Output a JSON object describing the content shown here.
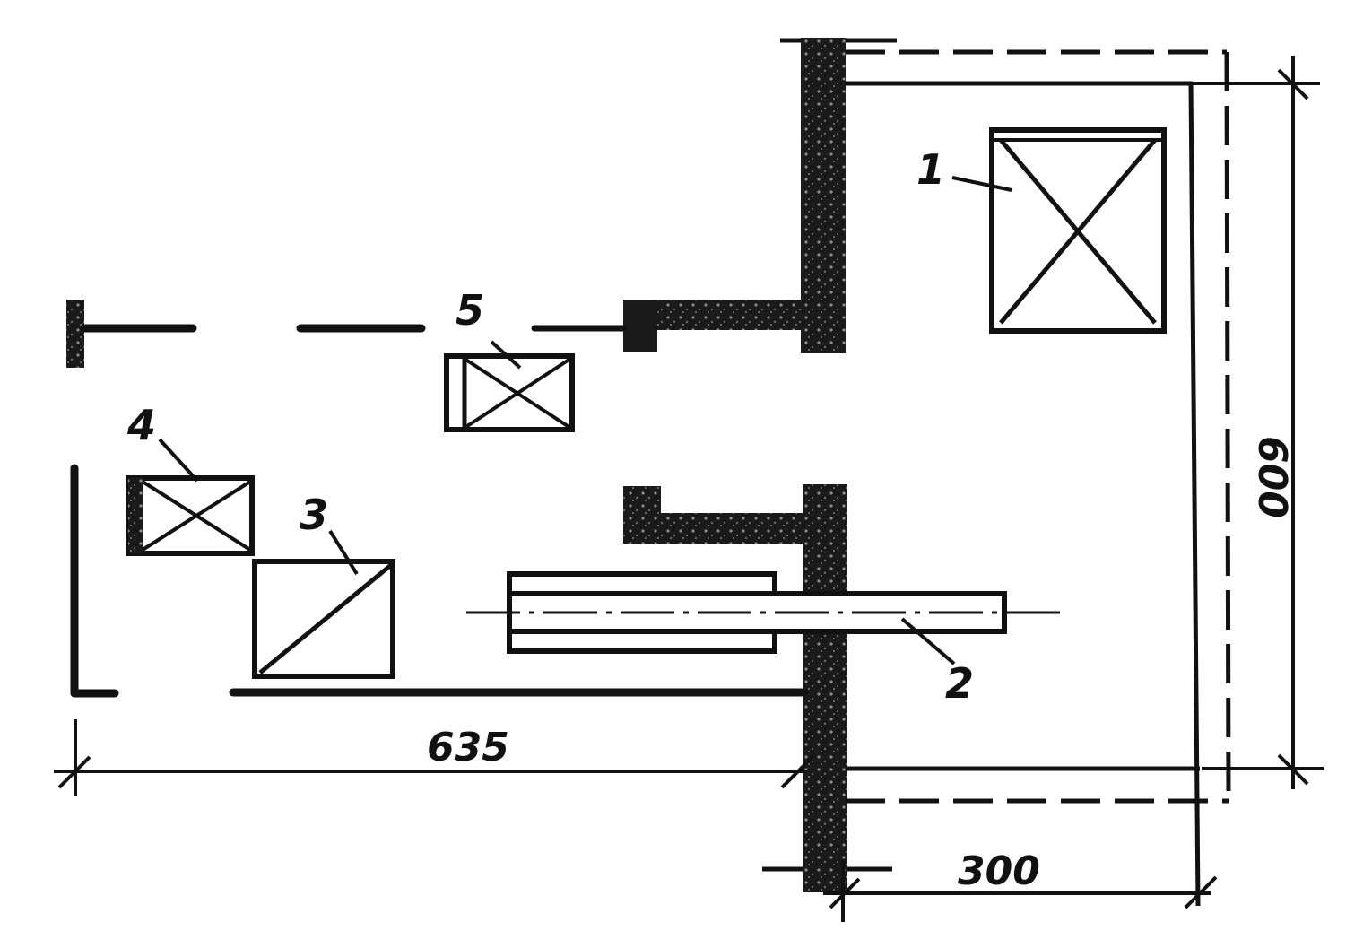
{
  "diagram": {
    "kind": "floor-plan",
    "labels": {
      "item_1": "1",
      "item_2": "2",
      "item_3": "3",
      "item_4": "4",
      "item_5": "5"
    },
    "dimensions": {
      "width_total": "635",
      "depth_room": "300",
      "length_room": "600"
    },
    "colors": {
      "ink": "#111111",
      "wall_fill": "#1a1a1a",
      "paper": "#ffffff"
    }
  }
}
